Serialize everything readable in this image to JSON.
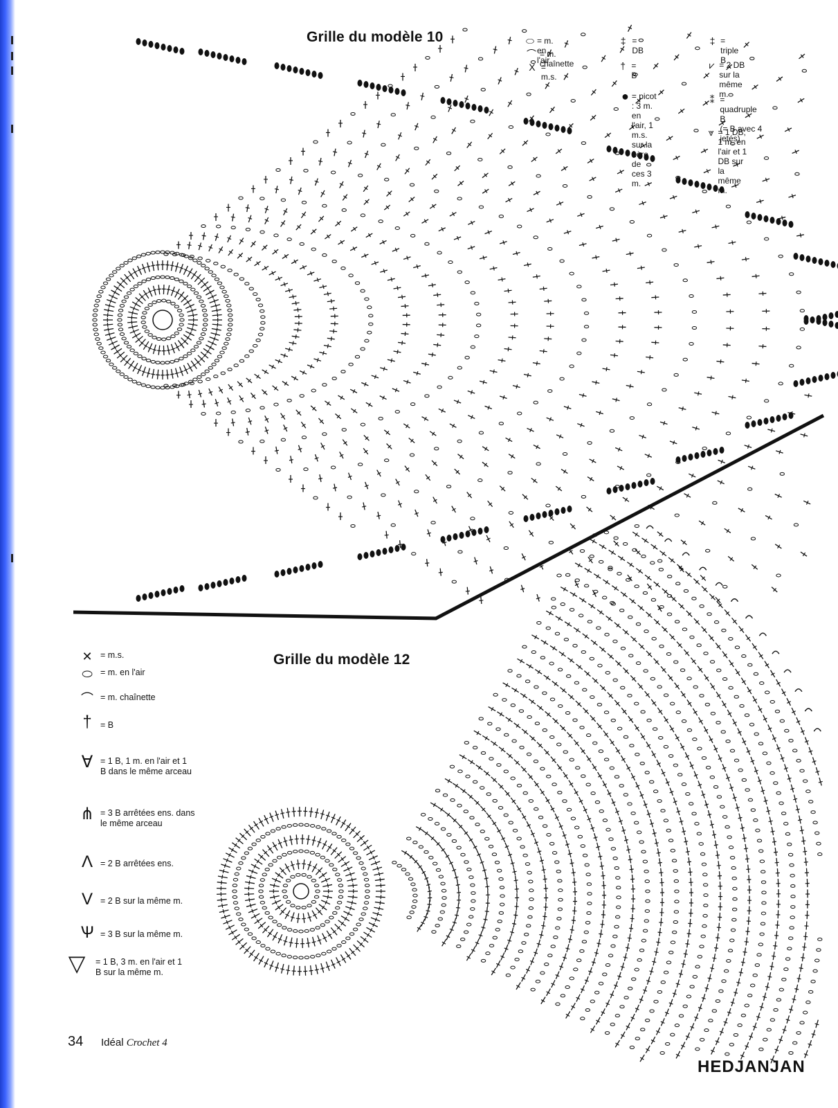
{
  "diagram_10": {
    "title": "Grille du modèle 10",
    "legend": [
      {
        "icon": "chain-oval-icon",
        "symbol": "⬭",
        "text": "= m. en l'air"
      },
      {
        "icon": "slip-stitch-arc-icon",
        "symbol": "⌒",
        "text": "= m. chaînette"
      },
      {
        "icon": "single-crochet-x-icon",
        "symbol": "X",
        "text": "= m.s."
      },
      {
        "icon": "double-treble-icon",
        "symbol": "‡",
        "text": "= DB"
      },
      {
        "icon": "treble-icon",
        "symbol": "†",
        "text": "= B"
      },
      {
        "icon": "triple-treble-icon",
        "symbol": "‡",
        "text": "= triple B"
      },
      {
        "icon": "two-db-same-stitch-icon",
        "symbol": "⩗",
        "text": "= 2 DB sur la\nmême m."
      },
      {
        "icon": "picot-icon",
        "symbol": "●",
        "text": "= picot : 3 m.\nen l'air, 1 m.s.\nsur la 1ère de\nces 3 m."
      },
      {
        "icon": "quadruple-treble-icon",
        "symbol": "⁑",
        "text": "= quadruple B\n(= B avec 4 jetés)"
      },
      {
        "icon": "db-chain-db-icon",
        "symbol": "⩔",
        "text": "= 1 DB, 1 m. en\nl'air et 1 DB sur\nla même m."
      }
    ]
  },
  "diagram_12": {
    "title": "Grille du modèle 12",
    "legend": [
      {
        "icon": "single-crochet-x-icon",
        "symbol": "✕",
        "text": "= m.s."
      },
      {
        "icon": "chain-oval-icon",
        "symbol": "⬭",
        "text": "= m. en l'air"
      },
      {
        "icon": "slip-stitch-arc-icon",
        "symbol": "⌒",
        "text": "= m. chaînette"
      },
      {
        "icon": "treble-icon",
        "symbol": "†",
        "text": "= B"
      },
      {
        "icon": "v-stitch-icon",
        "symbol": "∀",
        "text": "= 1 B, 1 m. en l'air et 1\nB dans le même arceau"
      },
      {
        "icon": "three-b-together-icon",
        "symbol": "⋔",
        "text": "= 3 B arrêtées ens. dans\nle même arceau"
      },
      {
        "icon": "two-b-together-icon",
        "symbol": "Λ",
        "text": "= 2 B arrêtées ens."
      },
      {
        "icon": "two-b-same-stitch-icon",
        "symbol": "V",
        "text": "= 2 B sur la même m."
      },
      {
        "icon": "three-b-same-stitch-icon",
        "symbol": "Ѱ",
        "text": "= 3 B sur la même m."
      },
      {
        "icon": "shell-icon",
        "symbol": "▽",
        "text": "= 1 B, 3 m. en l'air et 1\nB sur la même m."
      }
    ]
  },
  "footer": {
    "page_number": "34",
    "magazine": "Idéal",
    "magazine_issue": "Crochet 4"
  },
  "credit": "HEDJANJAN",
  "colors": {
    "spine": "#2a4fe8",
    "ink": "#111111",
    "paper": "#ffffff"
  }
}
